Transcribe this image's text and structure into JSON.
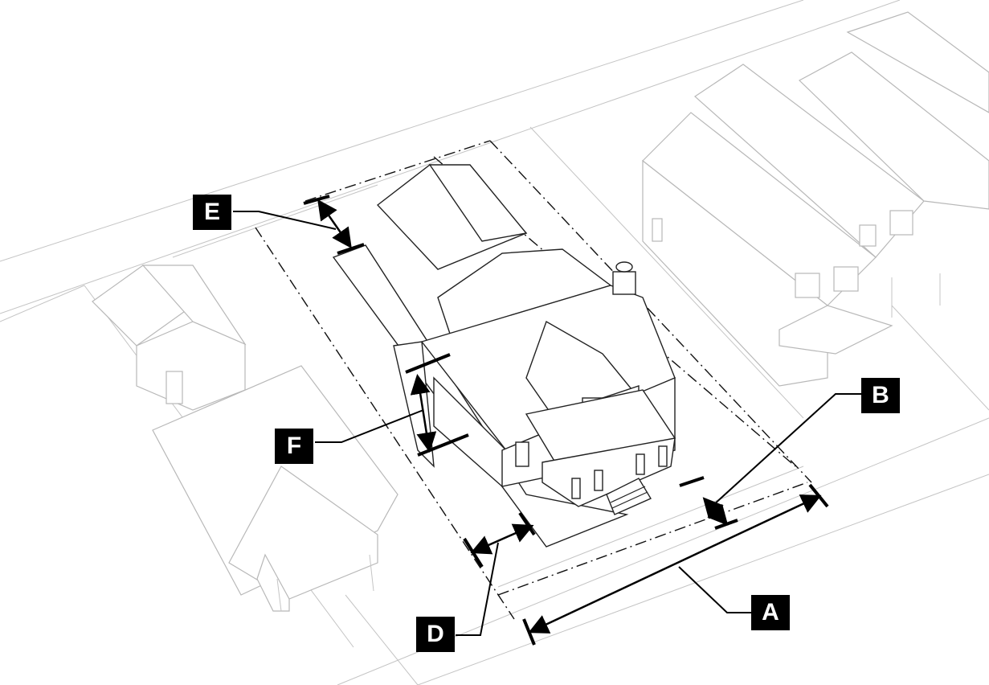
{
  "labels": {
    "a": "A",
    "b": "B",
    "d": "D",
    "e": "E",
    "f": "F"
  }
}
